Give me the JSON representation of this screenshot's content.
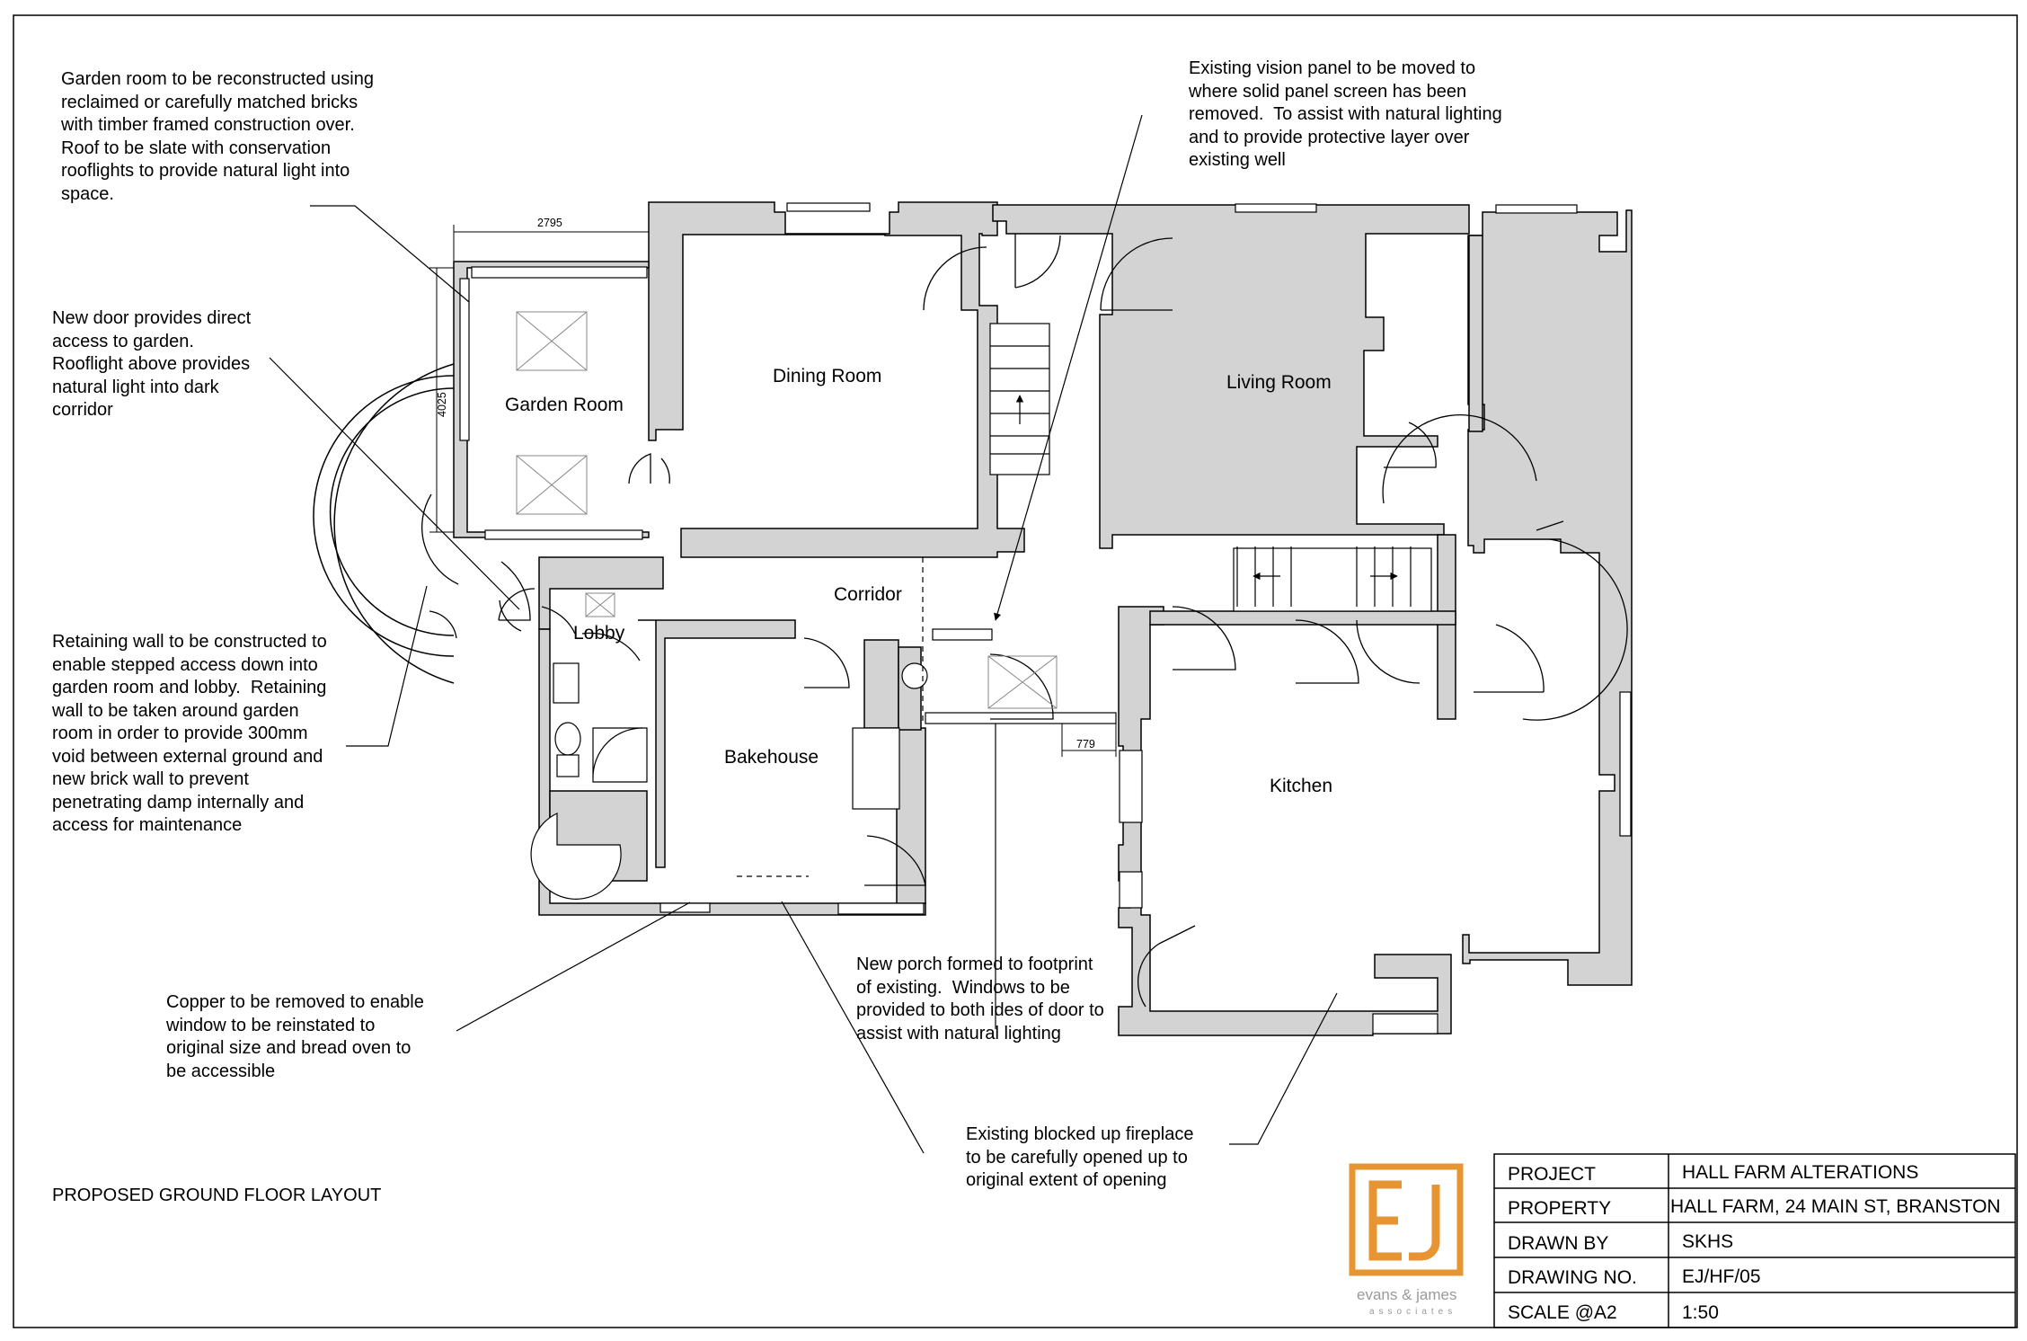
{
  "drawing_title": "PROPOSED GROUND FLOOR LAYOUT",
  "rooms": {
    "garden_room": "Garden Room",
    "dining_room": "Dining Room",
    "living_room": "Living Room",
    "corridor": "Corridor",
    "lobby": "Lobby",
    "bakehouse": "Bakehouse",
    "kitchen": "Kitchen"
  },
  "dimensions": {
    "garden_width": "2795",
    "garden_depth": "4025",
    "porch_offset": "779"
  },
  "notes": {
    "garden_room": "Garden room to be reconstructed using\nreclaimed or carefully matched bricks\nwith timber framed construction over.\nRoof to be slate with conservation\nrooflights to provide natural light into\nspace.",
    "new_door": "New door provides direct\naccess to garden.\nRooflight above provides\nnatural light into dark\ncorridor",
    "retaining_wall": "Retaining wall to be constructed to\nenable stepped access down into\ngarden room and lobby.  Retaining\nwall to be taken around garden\nroom in order to provide 300mm\nvoid between external ground and\nnew brick wall to prevent\npenetrating damp internally and\naccess for maintenance",
    "copper": "Copper to be removed to enable\nwindow to be reinstated to\noriginal size and bread oven to\nbe accessible",
    "vision_panel": "Existing vision panel to be moved to\nwhere solid panel screen has been\nremoved.  To assist with natural lighting\nand to provide protective layer over\nexisting well",
    "porch": "New porch formed to footprint\nof existing.  Windows to be\nprovided to both ides of door to\nassist with natural lighting",
    "fireplace": "Existing blocked up fireplace\nto be carefully opened up to\noriginal extent of opening"
  },
  "title_block": {
    "rows": [
      {
        "label": "PROJECT",
        "value": "HALL FARM ALTERATIONS"
      },
      {
        "label": "PROPERTY",
        "value": "HALL FARM, 24 MAIN ST, BRANSTON"
      },
      {
        "label": "DRAWN BY",
        "value": "SKHS"
      },
      {
        "label": "DRAWING NO.",
        "value": "EJ/HF/05"
      },
      {
        "label": "SCALE @A2",
        "value": "1:50"
      }
    ]
  },
  "logo": {
    "mark": "EJ",
    "name": "evans & james",
    "tagline": "associates",
    "color": "#E69532"
  },
  "colors": {
    "wall_fill": "#d3d3d3",
    "line": "#000000"
  }
}
